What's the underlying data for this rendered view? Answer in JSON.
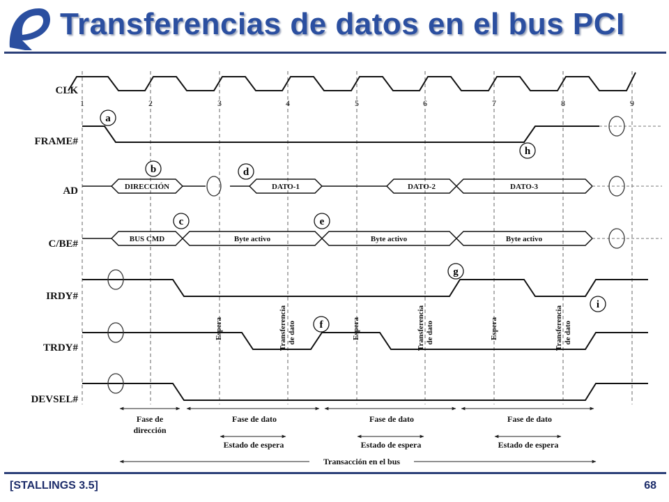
{
  "header": {
    "title": "Transferencias de datos en el bus PCI"
  },
  "footer": {
    "reference": "[STALLINGS 3.5]",
    "page_number": "68"
  },
  "signals": {
    "clk": "CLK",
    "frame": "FRAME#",
    "ad": "AD",
    "cbe": "C/BE#",
    "irdy": "IRDY#",
    "trdy": "TRDY#",
    "devsel": "DEVSEL#"
  },
  "clock_numbers": [
    "1",
    "2",
    "3",
    "4",
    "5",
    "6",
    "7",
    "8",
    "9"
  ],
  "markers": {
    "a": "a",
    "b": "b",
    "c": "c",
    "d": "d",
    "e": "e",
    "f": "f",
    "g": "g",
    "h": "h",
    "i": "i"
  },
  "ad_fields": {
    "address": "DIRECCIÓN",
    "data1": "DATO-1",
    "data2": "DATO-2",
    "data3": "DATO-3"
  },
  "cbe_fields": {
    "bus_cmd": "BUS CMD",
    "byte_active": "Byte activo"
  },
  "trdy_labels": {
    "wait": "Espera",
    "transfer_line1": "Transferencia",
    "transfer_line2": "de dato"
  },
  "phases": {
    "address_phase_line1": "Fase de",
    "address_phase_line2": "dirección",
    "data_phase": "Fase de dato",
    "wait_state": "Estado de espera",
    "bus_transaction": "Transacción en el bus"
  }
}
